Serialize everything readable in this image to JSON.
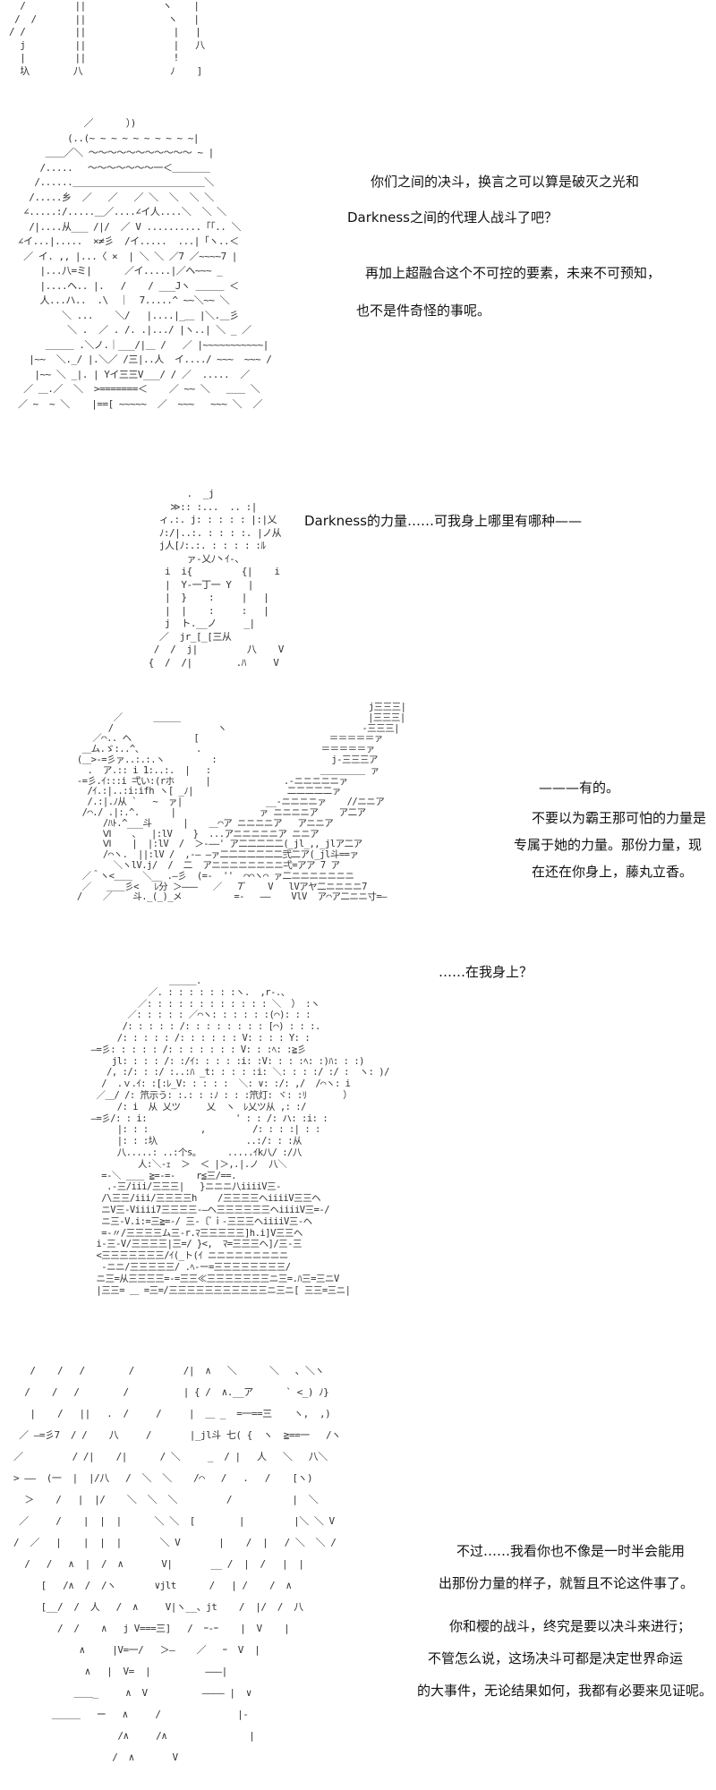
{
  "panels": [
    {
      "art": [
        "  /         ||              ヽ    |",
        " /  /       ||               ヽ   |",
        "/ /         ||                |   |",
        "  j         ||                |   八",
        "  |         ||                !",
        "  圦        八                ﾉ    ]"
      ],
      "text": []
    },
    {
      "art": [
        "            ／      ）)",
        "         (..(~ ~ ~ ~ ~ ~ ~ ~ ~ ~|",
        "     ＿＿／＼ ～～～～～～～～～～～ ~ |",
        "    /.....　 ～～～～～～～一＜＿＿＿＿",
        "   /......＿＿＿＿＿＿＿＿＿＿＿＿＿＿＼",
        "  /.....乡  ／   ／   ／ ＼  ＼  ＼ ＼",
        " ∠.....:/.....＿／....∠イ人....＼  ＼ ＼",
        "  /|....从___ /|/  ／ V ..........「「.. ＼",
        "∠イ...|.....  ×≠彡  /イ.....  ...|「ヽ..＜",
        " ／ イ. ,, |...〈 ×  | ＼ ＼ ／7 ／~~~~7 |",
        "    |...八=ミ|      ／イ.....|／ヘ~~~ _ ",
        "    |....ヘ.. |.   /    / ___Jヽ ＿＿＿ ＜",
        "    人...ハ..  .\\  ｜  7.....^ ~~＼~~ ＼",
        "        ＼ ...    ＼/   |....|_＿ |＼.＿彡",
        "         ＼ .  ／ . /. .|.../ |ヽ..| ＼ _ ／",
        "     ＿＿＿ .＼ノ.｜___/|＿ /   ／ |~~~~~~~~~~~|",
        "  |~~  ＼._/ |.＼／ /三|..人  イ..../ ~~~  ~~~ /",
        "   |~~ ＼ _|. | Yイ三三V___/ / ／  .....  ／",
        " ／ ＿.／  ＼  >=======＜    ／ ~~ ＼   ＿＿ ＼",
        "／ ~  ~ ＼    |==[ ~~~~~  ／  ~~~   ~~~ ＼  ／"
      ],
      "text": [
        "你们之间的决斗，换言之可以算是破灭之光和",
        "Darkness之间的代理人战斗了吧？",
        "再加上超融合这个不可控的要素，未来不可预知，",
        "也不是件奇怪的事呢。"
      ]
    },
    {
      "art": [
        "            .  _j",
        "         ≫:: :...  .. :|",
        "       ィ.:. j: : : : : |:|乂",
        "       ﾉ:/|..:. : : : :. |ノ从",
        "       j人[ﾉ:.:. : : : : :ﾙ",
        "            ァ-乂ﾉ丶ｲ-、",
        "        i  i{         {|    i",
        "        |  Y-一丁一 Y   |",
        "        |  }    :     |   |",
        "        |  |    :     :   |",
        "        j  ト.__ノ     _|",
        "       ／  jr_[_[三从",
        "      /  /  j|         八    V",
        "     {  /  /|        .ﾊ     V"
      ],
      "text": [
        "Darkness的力量……可我身上哪里有哪种——"
      ]
    },
    {
      "art": [
        "                                                         j三三三|",
        "        ／      ＿＿＿                                    |三三三|",
        "       /                    ヽ                          -三三三|",
        "    ／⌒.. ヘ            [                         ＝＝＝＝＝ァ",
        "  ＿ム.ゞ:..^、          .                       ＝＝＝＝＝ァ",
        " (＿>-=彡ァ..:.:.ヽ         :                      j-三三三ア",
        "   .  ア.:: i 1:..:.  |   :                     ＿＿＿＿＿ ァ",
        " -=彡.ｲ:::i 弌い:(rホ      |              .-ニニニニニァ",
        "   /ｲ.:|..:i:ifh ヽ[ _ﾉ|                  二二二二二ァ",
        "   /.:|.ﾉ从 `   ~  ァ|                __-ニニニニァ    //ニニア",
        "  /⌒./ .|:.^.      |                ァ ニニニニア    ア二ア",
        "      /ﾊﾄ.^___斗      |    ＿⌒ア ニニニニア   アニニア",
        "      Ⅵ    、  |:lV    }  ...アニニニニニア ニニア",
        "      Ⅵ    |  |:lV  /  ＞-――' ア二二二二二(_jl_,,_jlア二ア",
        "      /⌒ヽ.  ||:lV /  ,-― ―ァ二二二二二二二弐二ア(_jl斗==ァ",
        "        ＼ヽlV.j/  /  二  アニニニニニニニニ弌=アア 7 ア",
        "  ／＾ヽ<＿＿  ＼__ .―彡  (=-  ''  ⌒⌒ヽ⌒ ァ二ニニニニニニニ",
        "  ／   ＿＿彡<   ﾚ分 ＞―――   ／   7ﾞ    V   lVアヤ二ニニニニ7",
        " /    ／    斗._(_)_メ          =-   ――    VlV  ア⌒ア二ニニ寸=―"
      ],
      "text": [
        "———有的。",
        "不要以为霸王那可怕的力量是",
        "专属于她的力量。那份力量，现",
        "在还在你身上，藤丸立香。"
      ]
    },
    {
      "art": [
        "                 ＿＿＿.",
        "             ／. : : : : : : :ヽ.  ,r-.、",
        "           ／: : : : : : : : : : : : ＼  ） :ヽ",
        "         ／: : : : : ／⌒ヽ: : : : : :(⌒): : :",
        "        /: : : : : /: : : : : : : : [⌒) : : :.",
        "       /: : : : : /: : : : : : V: : : : Y: :",
        "  ―=彡: : : : : /: : : : : : : V: : :ﾍ: :≧彡",
        "      jl: : : : /: :/ｲ: : : : :i: :V: : : :ﾍ: :)ﾊ: : :)",
        "     /, :/: : :/ :..:ﾊ _t: : : : :i: ＼: : : :/ :/ :  ヽ: )/",
        "    /  .ｖ.ｲ: :[:ﾚ_V: : : : :  ＼: ∨: :/: ,/  /⌒ヽ: i",
        "   ／＿/ /: 笊示う: :.: : :ﾉ : : :笊灯: ヾ: :ﾘ       ）",
        "       /: i  从 乂ツ     乂  ヽ　ﾚ乂ツ从 ,: :/",
        "  ―=彡/: : i:                 ' : : /: ハ: :i: :",
        "       |: : :          ,         /: : : :| : :",
        "       |: : :圦                 ..:/: : :从",
        "       八.....: ..:个s。     .....ｲk八/ :/八",
        "           人:＼-ｪ  ＞  ＜ |＞,.|.ノ  八＼",
        "    =-＼ ＿＿ ≧=-=-    r≦三/==.",
        "     .-三/iii/三三三|   }ニニニ八iiiiV三-",
        "    /\\三三/iii/三三三三h    /三三三三ヘiiiiV三三ヘ",
        "    ニV三-Viiii7三三三三-―ヘ三三三三三三ヘiiiiV三=-/",
        "    ニ三-V.i:=三≧=-/ 三-〔ﾞｉ-三三三ヘiiiiV三-ヘ",
        "    =-〃/三三三三ム三-r.ﾏ三三三三三]h.i]V三三ヘ",
        "   i-三-V/三三三三|三=/ }<,  ﾏ=三三三ヘ]/三-三",
        "   <三三三三三三三/ｲ(_ト(ｲ ニニニニニニニニニ",
        "    -ニニ/三三三三三/ .ﾍ-ー=三三三三三三三三/",
        "   ニ三=从三三三三=-=三三≪三三三三三三三ニ三=.ﾊ三=三ニV",
        "   |三三= ＿ =三=/三三三三三三三三三三三ニ三ニ[ 三三=三ニ|"
      ],
      "text": [
        "……在我身上？"
      ]
    },
    {
      "art": [
        "   /    /   /        /         /|  ∧   ＼      ＼   ､ ＼ヽ",
        "  /    /   /        /          | { /  ∧.__ア      ` <_) ﾉ}",
        "   |    /   ||   .  /     /     |  ＿ _  =一==三    ヽ,  ,)",
        " ／ ―=彡7  / /    八     /       |_jl斗 七( {  ヽ  ≧==一   /ヽ",
        "／         / /|    /|      / ＼     _  / |   人   ＼   八＼",
        "> ――  (一  |  |/八   /  ＼  ＼    /⌒   /   .   /    [ヽ)",
        "  ＞    /   |  |/    ＼  ＼  ＼         /           |  ＼",
        " ／     /    |  |  |      ＼ ＼  [        |         |＼ ＼ V",
        "/  ／   |    |  |  |       ＼ V       |    /  |   / ＼  ＼ /",
        "  /   /   ∧  |  /  ∧       V|       __ /  |  /   |  |",
        "     [   /∧  /  /ヽ       ∨jlt      /   | /    /  ∧",
        "     [__/  /  人   /  ∧     V|ヽ__、jt    /  |/  /  八",
        "        /  /    ∧   j V===三]   /  ｰ-ｰ    |  V    |",
        "            ∧     |V=一/   ＞―    ／   ｰ  V  |",
        "             ∧   |  V=  |          ―――|",
        "           ＿＿_     ∧  V          ―――― |  ∨",
        "       ＿＿＿   ー   ∧     /              |-",
        "                   /∧     /∧               |",
        "                  /  ∧       V"
      ],
      "text": [
        "不过……我看你也不像是一时半会能用",
        "出那份力量的样子，就暂且不论这件事了。",
        "你和樱的战斗，终究是要以决斗来进行；",
        "不管怎么说，这场决斗可都是决定世界命运",
        "的大事件，无论结果如何，我都有必要来见证呢。"
      ]
    }
  ]
}
